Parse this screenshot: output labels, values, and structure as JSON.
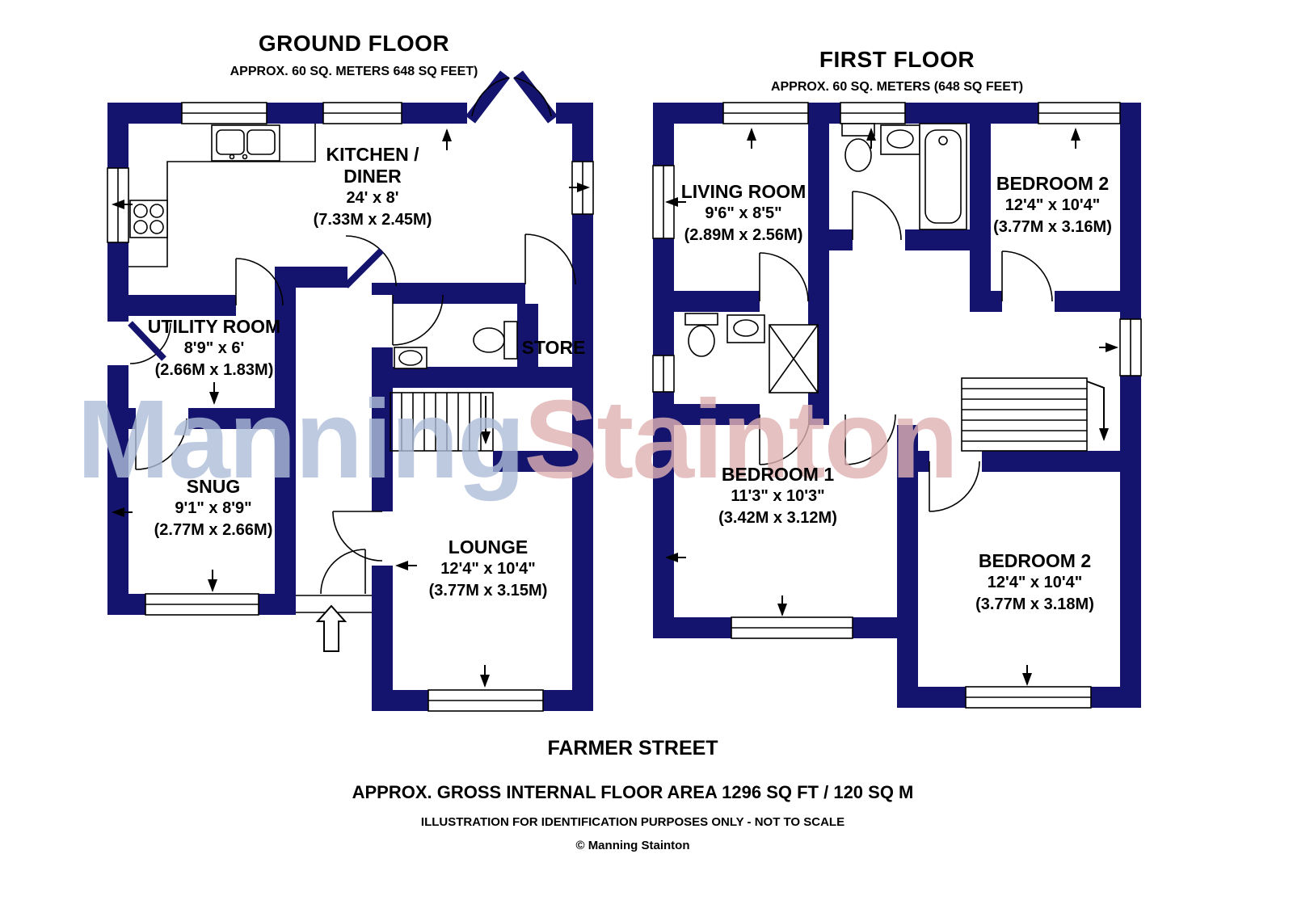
{
  "watermark": {
    "blue_text": "Manning",
    "red_text": "Stainton"
  },
  "ground_floor": {
    "title": "GROUND FLOOR",
    "subtitle": "APPROX. 60 SQ. METERS 648 SQ FEET)",
    "rooms": {
      "kitchen": {
        "name": "KITCHEN /\nDINER",
        "imperial": "24' x 8'",
        "metric": "(7.33M x 2.45M)"
      },
      "utility": {
        "name": "UTILITY ROOM",
        "imperial": "8'9\" x 6'",
        "metric": "(2.66M x 1.83M)"
      },
      "store": {
        "name": "STORE"
      },
      "snug": {
        "name": "SNUG",
        "imperial": "9'1\" x 8'9\"",
        "metric": "(2.77M x 2.66M)"
      },
      "lounge": {
        "name": "LOUNGE",
        "imperial": "12'4\" x 10'4\"",
        "metric": "(3.77M x 3.15M)"
      }
    }
  },
  "first_floor": {
    "title": "FIRST FLOOR",
    "subtitle": "APPROX. 60 SQ. METERS (648 SQ FEET)",
    "rooms": {
      "living": {
        "name": "LIVING ROOM",
        "imperial": "9'6\" x 8'5\"",
        "metric": "(2.89M x 2.56M)"
      },
      "bedroom2_top": {
        "name": "BEDROOM 2",
        "imperial": "12'4\" x 10'4\"",
        "metric": "(3.77M x 3.16M)"
      },
      "bedroom1": {
        "name": "BEDROOM 1",
        "imperial": "11'3\" x 10'3\"",
        "metric": "(3.42M x 3.12M)"
      },
      "bedroom2_bottom": {
        "name": "BEDROOM 2",
        "imperial": "12'4\" x 10'4\"",
        "metric": "(3.77M x 3.18M)"
      }
    }
  },
  "footer": {
    "street": "FARMER STREET",
    "area": "APPROX. GROSS INTERNAL FLOOR AREA 1296 SQ FT / 120 SQ M",
    "disclaimer": "ILLUSTRATION FOR IDENTIFICATION PURPOSES ONLY - NOT TO SCALE",
    "copyright": "© Manning Stainton"
  },
  "colors": {
    "wall": "#14146e",
    "watermark_blue": "#aebdd9",
    "watermark_red": "#e0b2b4"
  }
}
